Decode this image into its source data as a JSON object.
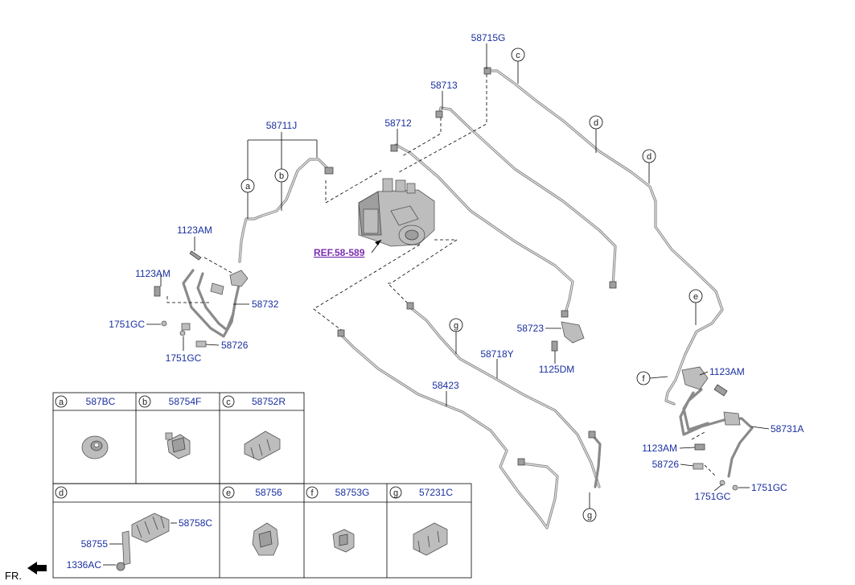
{
  "labels": {
    "p58715G": "58715G",
    "p58713": "58713",
    "p58712": "58712",
    "p58711J": "58711J",
    "p1123AM_a": "1123AM",
    "p1123AM_b": "1123AM",
    "p58732": "58732",
    "p1751GC_a": "1751GC",
    "p1751GC_b": "1751GC",
    "p58726_a": "58726",
    "ref": "REF.58-589",
    "p58723": "58723",
    "p1125DM": "1125DM",
    "p58718Y": "58718Y",
    "p58423": "58423",
    "p1123AM_c": "1123AM",
    "p58731A": "58731A",
    "p1123AM_d": "1123AM",
    "p58726_b": "58726",
    "p1751GC_c": "1751GC",
    "p1751GC_d": "1751GC"
  },
  "callouts": {
    "a": "a",
    "b": "b",
    "c": "c",
    "d1": "d",
    "d2": "d",
    "e": "e",
    "f": "f",
    "g1": "g",
    "g2": "g"
  },
  "legend": {
    "cells": [
      {
        "letter": "a",
        "part": "587BC"
      },
      {
        "letter": "b",
        "part": "58754F"
      },
      {
        "letter": "c",
        "part": "58752R"
      },
      {
        "letter": "d",
        "part": ""
      },
      {
        "letter": "e",
        "part": "58756"
      },
      {
        "letter": "f",
        "part": "58753G"
      },
      {
        "letter": "g",
        "part": "57231C"
      }
    ],
    "d_sub": {
      "p58758C": "58758C",
      "p58755": "58755",
      "p1336AC": "1336AC"
    }
  },
  "fr": "FR."
}
